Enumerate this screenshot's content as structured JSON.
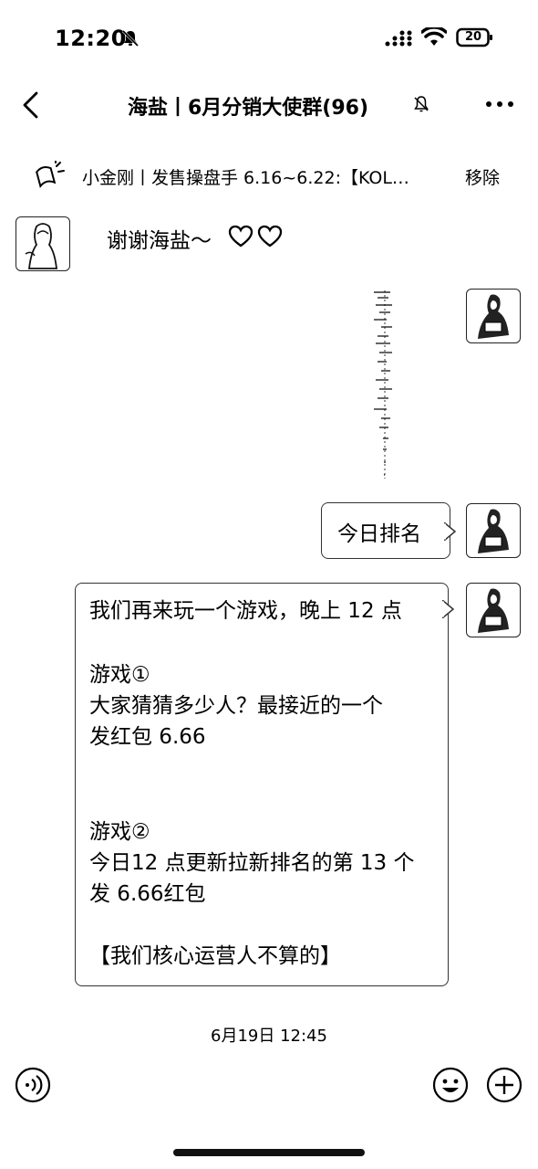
{
  "status_bar": {
    "time": "12:20",
    "battery": "20"
  },
  "header": {
    "title": "海盐丨6月分销大使群(96)"
  },
  "pinned": {
    "text": "小金刚丨发售操盘手 6.16~6.22:【KOL…",
    "remove": "移除"
  },
  "messages": {
    "left_msg": "谢谢海盐～",
    "bubble1": "今日排名",
    "bubble2_lines": {
      "l1": "我们再来玩一个游戏，晚上 12 点",
      "l2": "游戏①",
      "l3": "大家猜猜多少人？最接近的一个",
      "l4": "发红包 6.66",
      "l5": "游戏②",
      "l6": "今日12 点更新拉新排名的第 13 个",
      "l7": "发 6.66红包",
      "l8": "【我们核心运营人不算的】"
    }
  },
  "timestamp": "6月19日 12:45",
  "icons": {
    "status": [
      "bell-off-icon",
      "signal-icon",
      "wifi-icon",
      "battery-icon"
    ],
    "header": [
      "back-icon",
      "mute-icon",
      "more-icon"
    ],
    "bottom": [
      "voice-icon",
      "emoji-icon",
      "plus-icon"
    ]
  }
}
